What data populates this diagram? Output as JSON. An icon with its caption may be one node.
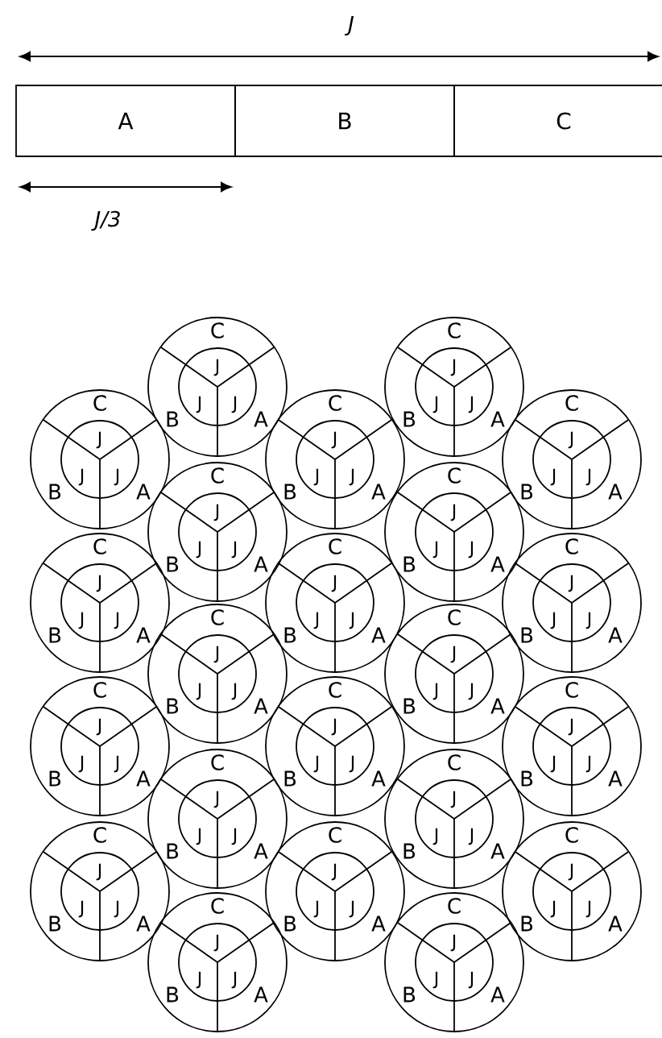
{
  "diagram": {
    "nodes": [
      {
        "text": [
          "A"
        ]
      },
      {
        "text": [
          "B"
        ]
      },
      {
        "text": [
          "C"
        ]
      },
      {
        "text": [
          "C",
          "B",
          "A"
        ]
      },
      {
        "text": [
          "J",
          "J",
          "J"
        ],
        "in": 3
      },
      {
        "text": [
          "C",
          "B",
          "A"
        ]
      },
      {
        "text": [
          "J",
          "J",
          "J"
        ],
        "in": 5
      },
      {
        "text": [
          "C",
          "B",
          "A"
        ]
      },
      {
        "text": [
          "J",
          "J",
          "J"
        ],
        "in": 7
      },
      {
        "text": [
          "C",
          "B",
          "A"
        ]
      },
      {
        "text": [
          "J",
          "J",
          "J"
        ],
        "in": 9
      },
      {
        "text": [
          "C",
          "B",
          "A"
        ]
      },
      {
        "text": [
          "J",
          "J",
          "J"
        ],
        "in": 11
      },
      {
        "text": [
          "C",
          "B",
          "A"
        ]
      },
      {
        "text": [
          "J",
          "J",
          "J"
        ],
        "in": 13
      },
      {
        "text": [
          "C",
          "B",
          "A"
        ]
      },
      {
        "text": [
          "J",
          "J",
          "J"
        ],
        "in": 15
      },
      {
        "text": [
          "C",
          "B",
          "A"
        ]
      },
      {
        "text": [
          "J",
          "J",
          "J"
        ],
        "in": 17
      },
      {
        "text": [
          "C",
          "B",
          "A"
        ]
      },
      {
        "text": [
          "J",
          "J",
          "J"
        ],
        "in": 19
      },
      {
        "text": [
          "C",
          "B",
          "A"
        ]
      },
      {
        "text": [
          "J",
          "J",
          "J"
        ],
        "in": 21
      },
      {
        "text": [
          "C",
          "B",
          "A"
        ]
      },
      {
        "text": [
          "J",
          "J",
          "J"
        ],
        "in": 23
      },
      {
        "text": [
          "C",
          "B",
          "A"
        ]
      },
      {
        "text": [
          "J",
          "J",
          "J"
        ],
        "in": 25
      },
      {
        "text": [
          "C",
          "B",
          "A"
        ]
      },
      {
        "text": [
          "J",
          "J",
          "J"
        ],
        "in": 27
      },
      {
        "text": [
          "C",
          "B",
          "A"
        ]
      },
      {
        "text": [
          "J",
          "J",
          "J"
        ],
        "in": 29
      },
      {
        "text": [
          "C",
          "B",
          "A"
        ]
      },
      {
        "text": [
          "J",
          "J",
          "J"
        ],
        "in": 31
      },
      {
        "text": [
          "C",
          "B",
          "A"
        ]
      },
      {
        "text": [
          "J",
          "J",
          "J"
        ],
        "in": 33
      },
      {
        "text": [
          "C",
          "B",
          "A"
        ]
      },
      {
        "text": [
          "J",
          "J",
          "J"
        ],
        "in": 35
      },
      {
        "text": [
          "C",
          "B",
          "A"
        ]
      },
      {
        "text": [
          "J",
          "J",
          "J"
        ],
        "in": 37
      },
      {
        "text": [
          "C",
          "B",
          "A"
        ]
      },
      {
        "text": [
          "J",
          "J",
          "J"
        ],
        "in": 39
      },
      {
        "text": [
          "C",
          "B",
          "A"
        ]
      },
      {
        "text": [
          "J",
          "J",
          "J"
        ],
        "in": 41
      },
      {
        "text": [
          "C",
          "B",
          "A"
        ]
      },
      {
        "text": [
          "J",
          "J",
          "J"
        ],
        "in": 43
      },
      {
        "text": [
          "C",
          "B",
          "A"
        ]
      },
      {
        "text": [
          "J",
          "J",
          "J"
        ],
        "in": 45
      }
    ],
    "labels": [
      "J",
      "J/3"
    ]
  }
}
